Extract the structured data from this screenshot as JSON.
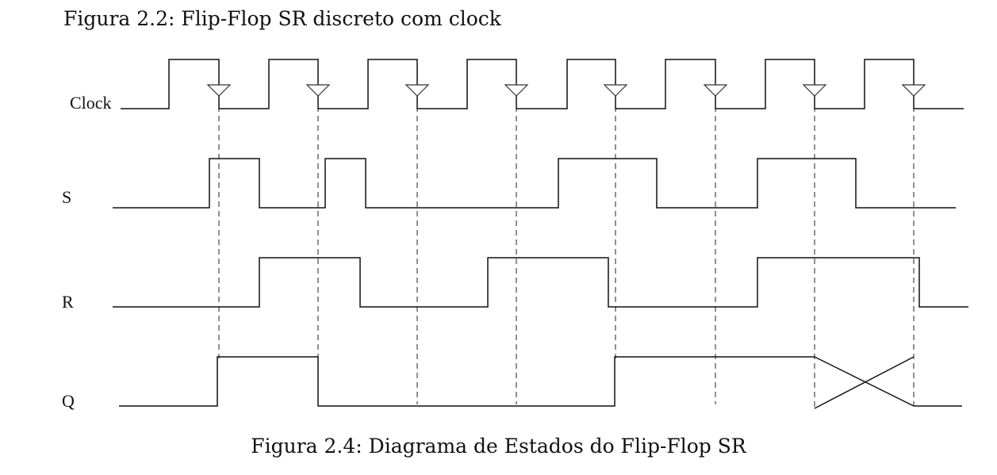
{
  "figure_caption_top": "Figura 2.2: Flip-Flop SR discreto com clock",
  "figure_caption_bottom": "Figura 2.4: Diagrama de Estados do Flip-Flop SR",
  "signals": [
    {
      "id": "clock",
      "label": "Clock"
    },
    {
      "id": "s",
      "label": "S"
    },
    {
      "id": "r",
      "label": "R"
    },
    {
      "id": "q",
      "label": "Q"
    }
  ],
  "timing": {
    "clock_period_count": 8,
    "falling_edge_marker": "triangle-down",
    "sampling_marker_style": "dashed",
    "q_final_state": "undefined-cross"
  }
}
